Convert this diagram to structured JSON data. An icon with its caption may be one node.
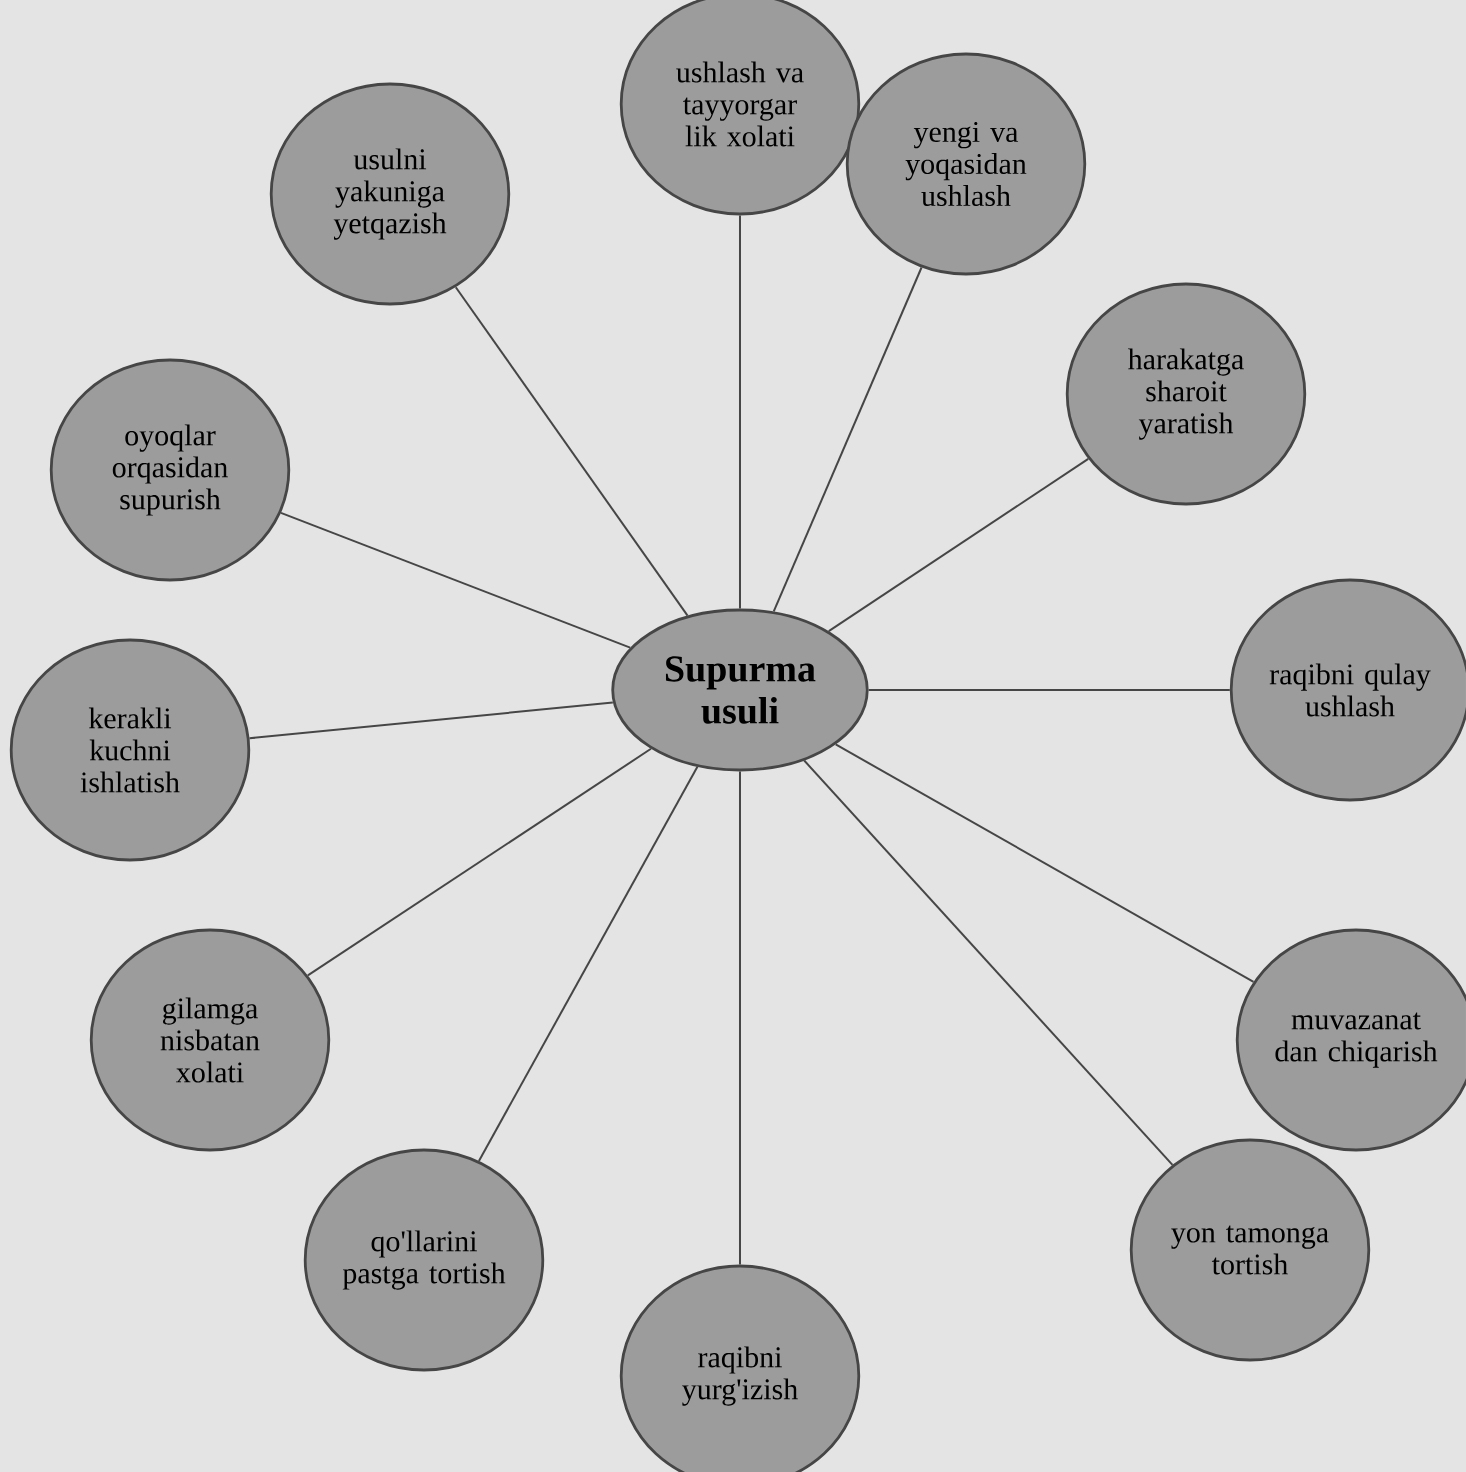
{
  "diagram": {
    "nodes": [
      {
        "text": [
          "Supurma usuli"
        ]
      },
      {
        "text": [
          "ushlash va tayyorgar lik xolati"
        ]
      },
      {
        "text": [
          "yengi va yoqasidan ushlash"
        ]
      },
      {
        "text": [
          "harakatga sharoit yaratish"
        ]
      },
      {
        "text": [
          "raqibni qulay ushlash"
        ]
      },
      {
        "text": [
          "muvazanat dan chiqarish"
        ]
      },
      {
        "text": [
          "yon tamonga tortish"
        ]
      },
      {
        "text": [
          "raqibni yurg'izish"
        ]
      },
      {
        "text": [
          "qo'llarini pastga tortish"
        ]
      },
      {
        "text": [
          "gilamga nisbatan xolati"
        ]
      },
      {
        "text": [
          "kerakli kuchni ishlatish"
        ]
      },
      {
        "text": [
          "oyoqlar orqasidan supurish"
        ]
      },
      {
        "text": [
          "usulni yakuniga yetqazish"
        ]
      }
    ],
    "edges": [
      {
        "from": 0,
        "to": 1,
        "arrow": "none"
      },
      {
        "from": 0,
        "to": 2,
        "arrow": "none"
      },
      {
        "from": 0,
        "to": 3,
        "arrow": "none"
      },
      {
        "from": 0,
        "to": 4,
        "arrow": "none"
      },
      {
        "from": 0,
        "to": 5,
        "arrow": "none"
      },
      {
        "from": 0,
        "to": 6,
        "arrow": "none"
      },
      {
        "from": 0,
        "to": 7,
        "arrow": "none"
      },
      {
        "from": 0,
        "to": 8,
        "arrow": "none"
      },
      {
        "from": 0,
        "to": 9,
        "arrow": "none"
      },
      {
        "from": 0,
        "to": 10,
        "arrow": "none"
      },
      {
        "from": 0,
        "to": 11,
        "arrow": "none"
      },
      {
        "from": 0,
        "to": 12,
        "arrow": "none"
      }
    ]
  }
}
